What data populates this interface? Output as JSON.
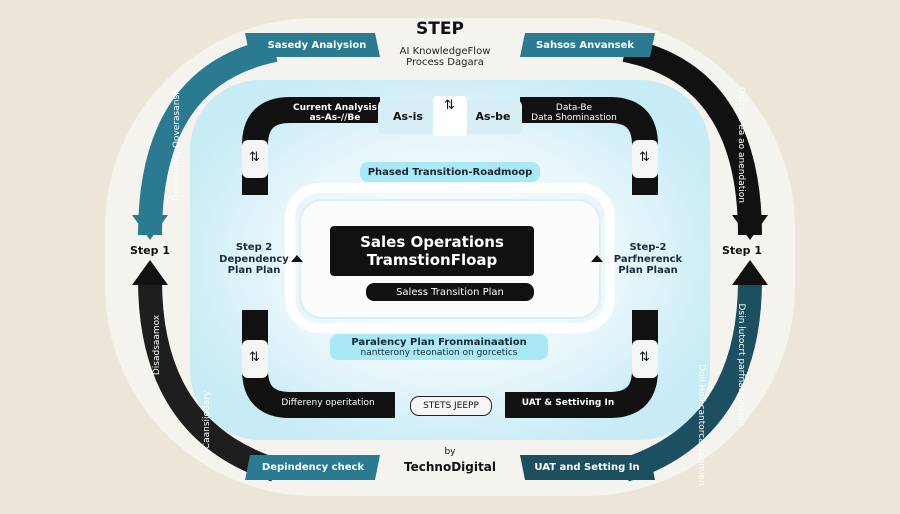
{
  "header": {
    "title": "STEP",
    "subtitle_line1": "AI KnowledgeFlow",
    "subtitle_line2": "Process Dagara"
  },
  "outer_ring": {
    "top_left": "Sasedy Analysion",
    "top_right": "Sahsos Anvansek",
    "left_upper": "Dommune, Ooverasansh",
    "left_lower": "Disadsaamox",
    "left_bottom": "Caansiiodary",
    "right_upper": "Datrbte ea ao anendation",
    "right_lower": "Dsin lutocrt parfnaatansion",
    "right_bottom": "Doil Holl cantorcastanmien",
    "bottom_left": "Depindency check",
    "bottom_right": "UAT and Setting In",
    "step_left": "Step 1",
    "step_right": "Step 1"
  },
  "inner_ring": {
    "current_analysis_line1": "Current Analysis",
    "current_analysis_line2": "as-As-//Be",
    "as_is": "As-is",
    "as_be": "As-be",
    "data_be_line1": "Data-Be",
    "data_be_line2": "Data Shominastion",
    "roadmap": "Phased Transition-Roadmoop",
    "step2_left_line1": "Step 2",
    "step2_left_line2": "Dependency",
    "step2_left_line3": "Plan Plan",
    "step2_right_line1": "Step-2",
    "step2_right_line2": "Parfnerenck",
    "step2_right_line3": "Plan Plaan",
    "paralency_line1": "Paralency Plan Fronmainaation",
    "paralency_line2": "nantterony rteonation on gorcetics",
    "differency": "Differeny operitation",
    "steps_button": "STETS JEEPP",
    "uat_inner": "UAT & Settiving In"
  },
  "center": {
    "title_line1": "Sales Operations",
    "title_line2": "TramstionFloap",
    "subtitle": "Saless Transition Plan"
  },
  "footer": {
    "by": "by",
    "brand": "TechnoDigital"
  },
  "colors": {
    "teal": "#2a7b91",
    "dark_teal": "#1c4f5f",
    "black": "#111111",
    "light_cyan": "#a9e8f6",
    "background": "#ece6d8"
  }
}
